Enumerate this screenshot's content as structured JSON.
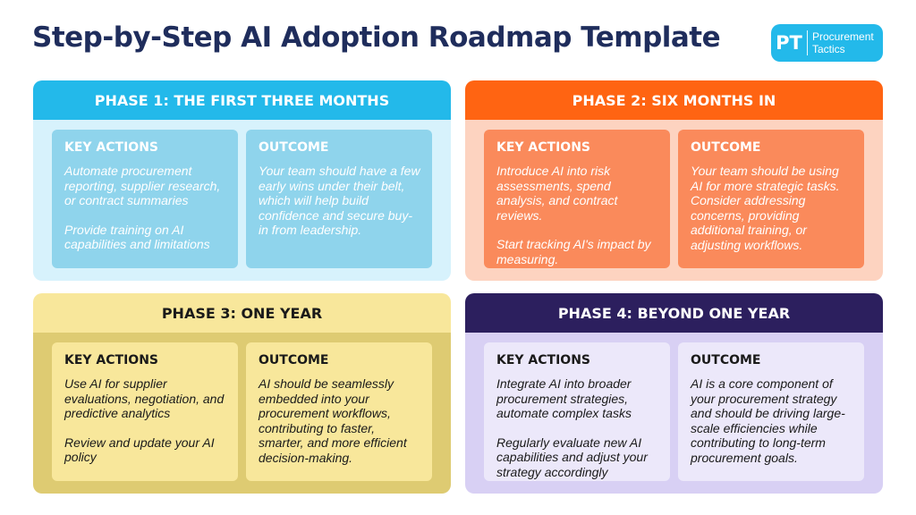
{
  "title": "Step-by-Step AI Adoption Roadmap Template",
  "logo": {
    "mark": "PT",
    "line1": "Procurement",
    "line2": "Tactics",
    "color": "#23b9ea"
  },
  "phases": [
    {
      "title": "PHASE 1: THE FIRST THREE MONTHS",
      "key_label": "KEY ACTIONS",
      "key_items": [
        "Automate procurement reporting, supplier research, or contract summaries",
        "Provide training on AI capabilities and limitations"
      ],
      "outcome_label": "OUTCOME",
      "outcome_text": "Your team should have a few early wins under their belt, which will help build confidence and secure buy-in from leadership."
    },
    {
      "title": "PHASE 2: SIX MONTHS IN",
      "key_label": "KEY ACTIONS",
      "key_items": [
        "Introduce AI into risk assessments, spend analysis, and contract reviews.",
        "Start tracking AI's impact by measuring."
      ],
      "outcome_label": "OUTCOME",
      "outcome_text": "Your team should be using AI for more strategic tasks. Consider addressing concerns, providing additional training, or adjusting workflows."
    },
    {
      "title": "PHASE 3: ONE YEAR",
      "key_label": "KEY ACTIONS",
      "key_items": [
        "Use AI for supplier evaluations, negotiation, and predictive analytics",
        "Review and update your AI policy"
      ],
      "outcome_label": "OUTCOME",
      "outcome_text": "AI should be seamlessly embedded into your procurement workflows, contributing to faster, smarter, and more efficient decision-making."
    },
    {
      "title": "PHASE 4: BEYOND ONE YEAR",
      "key_label": "KEY ACTIONS",
      "key_items": [
        "Integrate AI into broader procurement strategies, automate complex tasks",
        "Regularly evaluate new AI capabilities and adjust your strategy accordingly"
      ],
      "outcome_label": "OUTCOME",
      "outcome_text": "AI is a core component of your procurement strategy and should be driving large-scale efficiencies while contributing to long-term procurement goals."
    }
  ]
}
